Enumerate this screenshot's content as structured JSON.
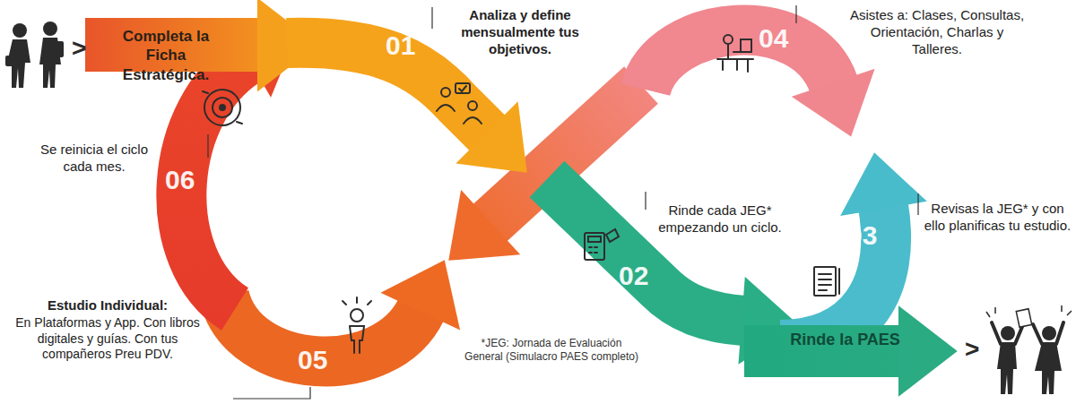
{
  "diagram": {
    "nodes": [
      {
        "text": [
          "Completa la Ficha Estratégica."
        ]
      },
      {
        "text": [
          "01",
          "Analiza y define mensualmente tus objetivos."
        ]
      },
      {
        "text": [
          "02",
          "Rinde cada JEG* empezando un ciclo."
        ]
      },
      {
        "text": [
          "03",
          "Revisas la JEG* y con ello planificas tu estudio."
        ]
      },
      {
        "text": [
          "04",
          "Asistes a: Clases, Consultas, Orientación, Charlas y Talleres."
        ]
      },
      {
        "text": [
          "05",
          "Estudio Individual:",
          "En Plataformas y App. Con libros digitales y guías. Con tus compañeros Preu PDV."
        ]
      },
      {
        "text": [
          "06",
          "Se reinicia el ciclo cada mes."
        ]
      },
      {
        "text": [
          "Rinde la PAES"
        ]
      }
    ],
    "labels": [
      "*JEG: Jornada de Evaluación General (Simulacro PAES completo)",
      ">",
      ">"
    ]
  }
}
